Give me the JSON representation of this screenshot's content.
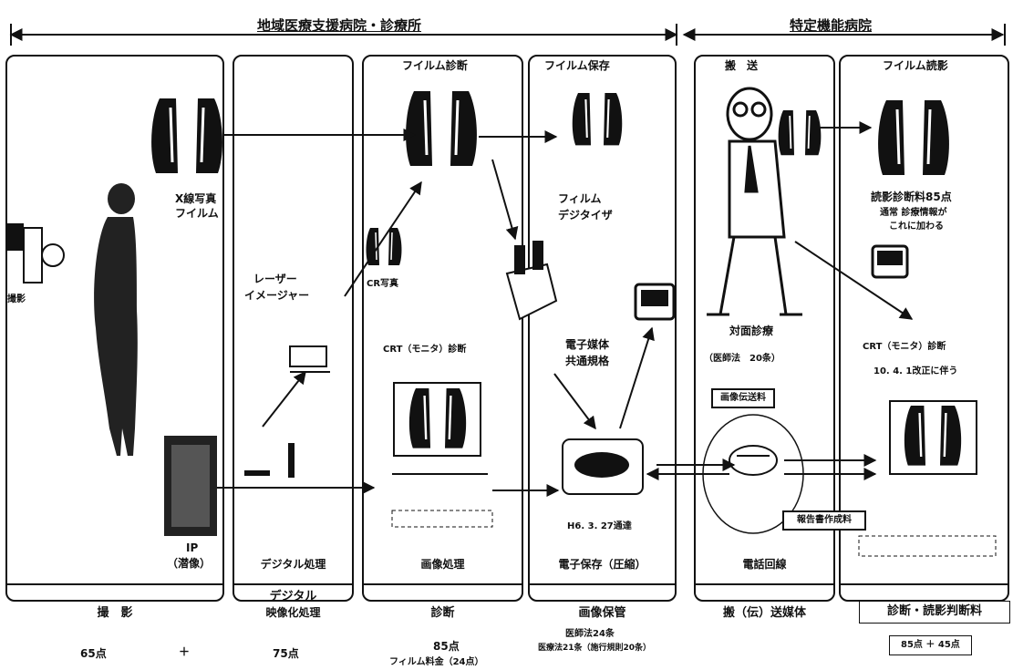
{
  "header": {
    "left_region": "地域医療支援病院・診療所",
    "right_region": "特定機能病院"
  },
  "panels": {
    "p1": {
      "xray_label_1": "X線写真",
      "xray_label_2": "フイルム",
      "satsuei_small": "撮影",
      "ip_label": "IP",
      "ip_sub": "（潜像）",
      "footer": "撮　影"
    },
    "p2": {
      "laser_1": "レーザー",
      "laser_2": "イメージャー",
      "process": "デジタル処理",
      "footer_1": "デジタル",
      "footer_2": "映像化処理"
    },
    "p3": {
      "title": "フイルム診断",
      "cr": "CR写真",
      "crt": "CRT（モニタ）診断",
      "process": "画像処理",
      "footer": "診断"
    },
    "p4": {
      "title": "フイルム保存",
      "digitizer_1": "フィルム",
      "digitizer_2": "デジタイザ",
      "media_1": "電子媒体",
      "media_2": "共通規格",
      "notice": "H6. 3. 27通達",
      "process": "電子保存（圧縮）",
      "footer": "画像保管"
    },
    "p5": {
      "title": "搬　送",
      "face_1": "対面診療",
      "face_2": "（医師法　20条）",
      "transfer_fee": "画像伝送料",
      "process": "電話回線",
      "footer": "搬（伝）送媒体"
    },
    "p6": {
      "title": "フイルム読影",
      "fee": "読影診断料85点",
      "fee_note_1": "通常 診療情報が",
      "fee_note_2": "これに加わる",
      "crt": "CRT（モニタ）診断",
      "revision": "10. 4. 1改正に伴う",
      "report": "報告書作成料",
      "footer": "診断・読影判断料"
    }
  },
  "bottom": {
    "pts_1": "65点",
    "plus_1": "＋",
    "pts_2": "75点",
    "pts_3": "85点",
    "film_fee": "フィルム料金（24点）",
    "law_1": "医師法24条",
    "law_2": "医療法21条（施行規則20条）",
    "right_formula": "85点 ＋ 45点"
  },
  "colors": {
    "ink": "#111111",
    "paper": "#ffffff"
  }
}
